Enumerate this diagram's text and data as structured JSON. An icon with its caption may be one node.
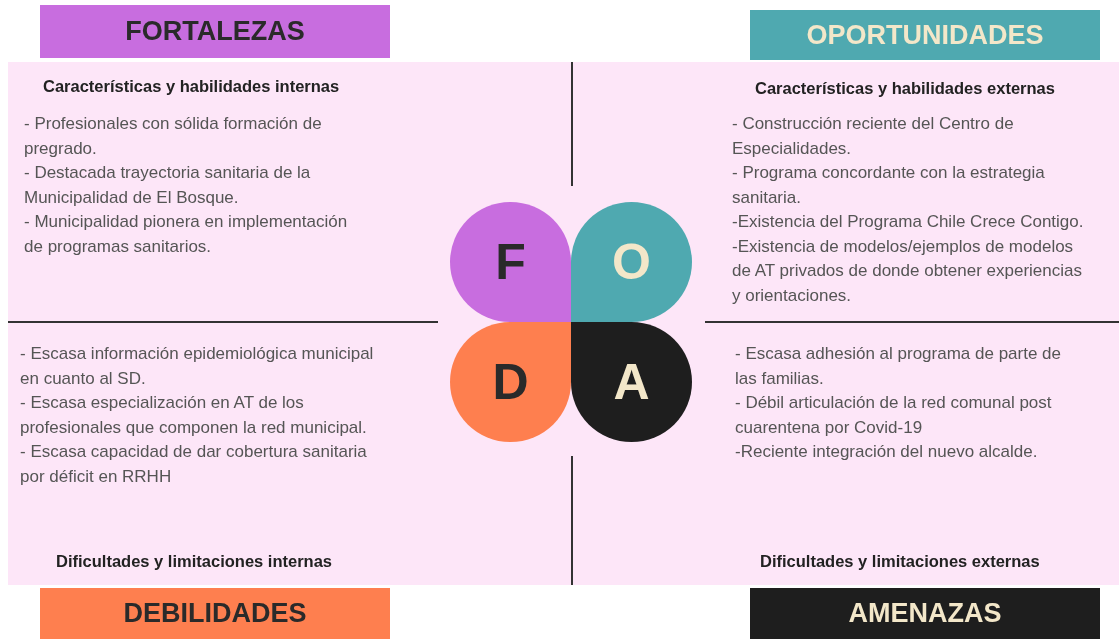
{
  "diagram": {
    "nodes": [
      {
        "text": [
          "FORTALEZAS"
        ]
      },
      {
        "text": [
          "OPORTUNIDADES"
        ]
      },
      {
        "text": [
          "Características y habilidades internas",
          "- Profesionales con sólida formación de pregrado.",
          "- Destacada trayectoria sanitaria de la Municipalidad de El Bosque.",
          "- Municipalidad pionera en implementación de programas sanitarios."
        ]
      },
      {
        "text": [
          "Características y habilidades externas",
          "- Construcción reciente del Centro de Especialidades.",
          "- Programa concordante con la estrategia sanitaria.",
          "-Existencia del Programa Chile Crece Contigo.",
          "-Existencia de modelos/ejemplos de modelos de AT privados de donde obtener experiencias y orientaciones."
        ]
      },
      {
        "text": [
          "F"
        ]
      },
      {
        "text": [
          "O"
        ]
      },
      {
        "text": [
          "D"
        ]
      },
      {
        "text": [
          "A"
        ]
      },
      {
        "text": [
          "- Escasa información epidemiológica municipal en cuanto al SD.",
          "- Escasa especialización en AT de los profesionales que componen la red municipal.",
          "- Escasa capacidad de dar cobertura sanitaria por déficit en RRHH",
          "Dificultades y limitaciones internas"
        ]
      },
      {
        "text": [
          "- Escasa adhesión al programa de parte de las familias.",
          "- Débil articulación de la red comunal post cuarentena por Covid-19",
          "-Reciente integración del nuevo alcalde.",
          "Dificultades y limitaciones externas"
        ]
      },
      {
        "text": [
          "DEBILIDADES"
        ]
      },
      {
        "text": [
          "AMENAZAS"
        ]
      }
    ],
    "edges": []
  }
}
